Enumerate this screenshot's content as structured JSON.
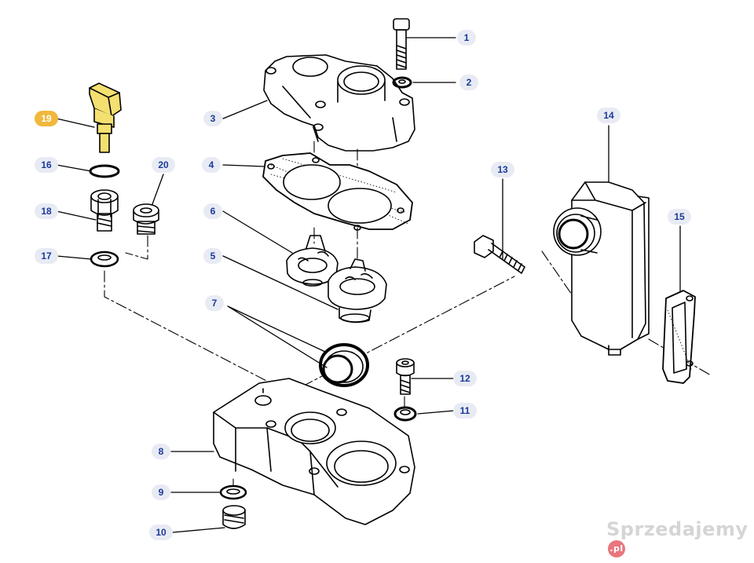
{
  "colors": {
    "line": "#000000",
    "badge_fill": "#e8ebf3",
    "badge_text": "#1a3a9a",
    "badge_selected_fill": "#f0b83c",
    "badge_selected_text": "#ffffff",
    "part_highlight": "#f4e070",
    "watermark": "#d5d5d5",
    "watermark_dot": "#e8767e"
  },
  "callouts": [
    {
      "id": "1",
      "label": "1",
      "selected": false
    },
    {
      "id": "2",
      "label": "2",
      "selected": false
    },
    {
      "id": "3",
      "label": "3",
      "selected": false
    },
    {
      "id": "4",
      "label": "4",
      "selected": false
    },
    {
      "id": "5",
      "label": "5",
      "selected": false
    },
    {
      "id": "6",
      "label": "6",
      "selected": false
    },
    {
      "id": "7",
      "label": "7",
      "selected": false
    },
    {
      "id": "8",
      "label": "8",
      "selected": false
    },
    {
      "id": "9",
      "label": "9",
      "selected": false
    },
    {
      "id": "10",
      "label": "10",
      "selected": false
    },
    {
      "id": "11",
      "label": "11",
      "selected": false
    },
    {
      "id": "12",
      "label": "12",
      "selected": false
    },
    {
      "id": "13",
      "label": "13",
      "selected": false
    },
    {
      "id": "14",
      "label": "14",
      "selected": false
    },
    {
      "id": "15",
      "label": "15",
      "selected": false
    },
    {
      "id": "16",
      "label": "16",
      "selected": false
    },
    {
      "id": "17",
      "label": "17",
      "selected": false
    },
    {
      "id": "18",
      "label": "18",
      "selected": false
    },
    {
      "id": "19",
      "label": "19",
      "selected": true
    },
    {
      "id": "20",
      "label": "20",
      "selected": false
    }
  ],
  "watermark": {
    "text": "Sprzedajemy",
    "suffix": ".pl"
  }
}
